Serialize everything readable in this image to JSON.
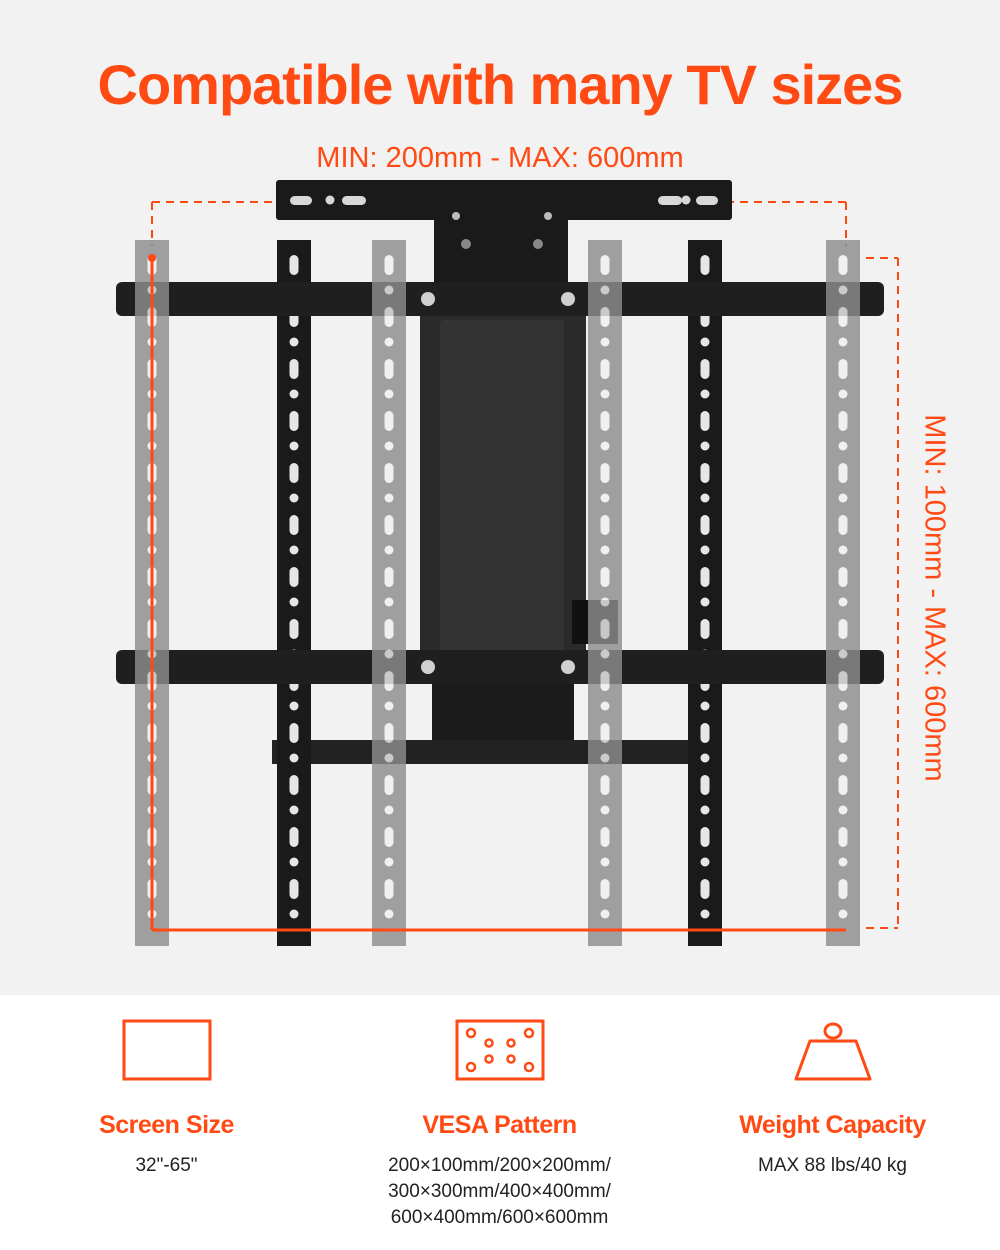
{
  "headline": "Compatible with many TV sizes",
  "width_range": "MIN: 200mm - MAX: 600mm",
  "height_range": "MIN: 100mm - MAX: 600mm",
  "colors": {
    "accent": "#ff4a14",
    "background_top": "#f2f2f2",
    "bracket": "#1a1a1a",
    "arm_gray": "#8d8d8d"
  },
  "features": [
    {
      "icon": "screen-icon",
      "label": "Screen Size",
      "value_lines": [
        "32\"-65\""
      ]
    },
    {
      "icon": "vesa-pattern-icon",
      "label": "VESA Pattern",
      "value_lines": [
        "200×100mm/200×200mm/",
        "300×300mm/400×400mm/",
        "600×400mm/600×600mm"
      ]
    },
    {
      "icon": "weight-icon",
      "label": "Weight Capacity",
      "value_lines": [
        "MAX 88 lbs/40 kg"
      ]
    }
  ]
}
